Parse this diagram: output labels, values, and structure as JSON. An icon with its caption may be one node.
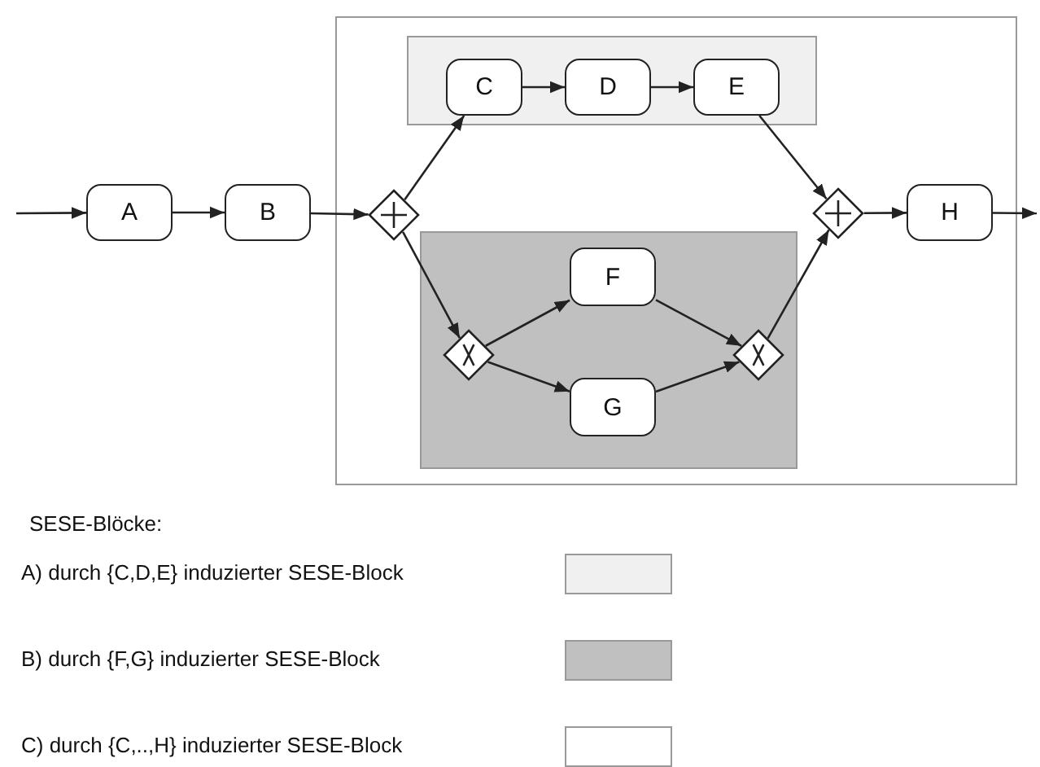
{
  "diagram": {
    "nodes": [
      {
        "text": [
          "A"
        ]
      },
      {
        "text": [
          "B"
        ]
      },
      {
        "text": [],
        "shape": "box"
      },
      {
        "text": [],
        "shape": "diamond",
        "in": 2
      },
      {
        "text": [],
        "shape": "box",
        "in": 2
      },
      {
        "text": [
          "C"
        ],
        "in": 4
      },
      {
        "text": [
          "D"
        ],
        "in": 4
      },
      {
        "text": [
          "E"
        ],
        "in": 4
      },
      {
        "text": [],
        "shape": "box",
        "in": 2
      },
      {
        "text": [],
        "shape": "diamond",
        "in": 8
      },
      {
        "text": [
          "F"
        ],
        "in": 8
      },
      {
        "text": [
          "G"
        ],
        "in": 8
      },
      {
        "text": [],
        "shape": "diamond",
        "in": 8
      },
      {
        "text": [],
        "shape": "diamond",
        "in": 2
      },
      {
        "text": [
          "H"
        ],
        "in": 2
      }
    ],
    "edges": [
      {
        "from": null,
        "to": 0,
        "arrow": "to"
      },
      {
        "from": 0,
        "to": 1,
        "arrow": "to"
      },
      {
        "from": 1,
        "to": 3,
        "arrow": "to"
      },
      {
        "from": 3,
        "to": 5,
        "arrow": "to"
      },
      {
        "from": 5,
        "to": 6,
        "arrow": "to"
      },
      {
        "from": 6,
        "to": 7,
        "arrow": "to"
      },
      {
        "from": 7,
        "to": 13,
        "arrow": "to"
      },
      {
        "from": 3,
        "to": 9,
        "arrow": "to"
      },
      {
        "from": 9,
        "to": 10,
        "arrow": "to"
      },
      {
        "from": 9,
        "to": 11,
        "arrow": "to"
      },
      {
        "from": 10,
        "to": 12,
        "arrow": "to"
      },
      {
        "from": 11,
        "to": 12,
        "arrow": "to"
      },
      {
        "from": 12,
        "to": 13,
        "arrow": "to"
      },
      {
        "from": 13,
        "to": 14,
        "arrow": "to"
      },
      {
        "from": 14,
        "to": null,
        "arrow": "to"
      }
    ],
    "labels": [
      "SESE-Blöcke:"
    ],
    "legend": [
      {
        "text": "A) durch {C,D,E} induzierter SESE-Block",
        "color": "#f0f0f0"
      },
      {
        "text": "B) durch {F,G} induzierter SESE-Block",
        "color": "#c0c0c0"
      },
      {
        "text": "C) durch {C,..,H} induzierter SESE-Block",
        "color": "#ffffff"
      }
    ]
  }
}
